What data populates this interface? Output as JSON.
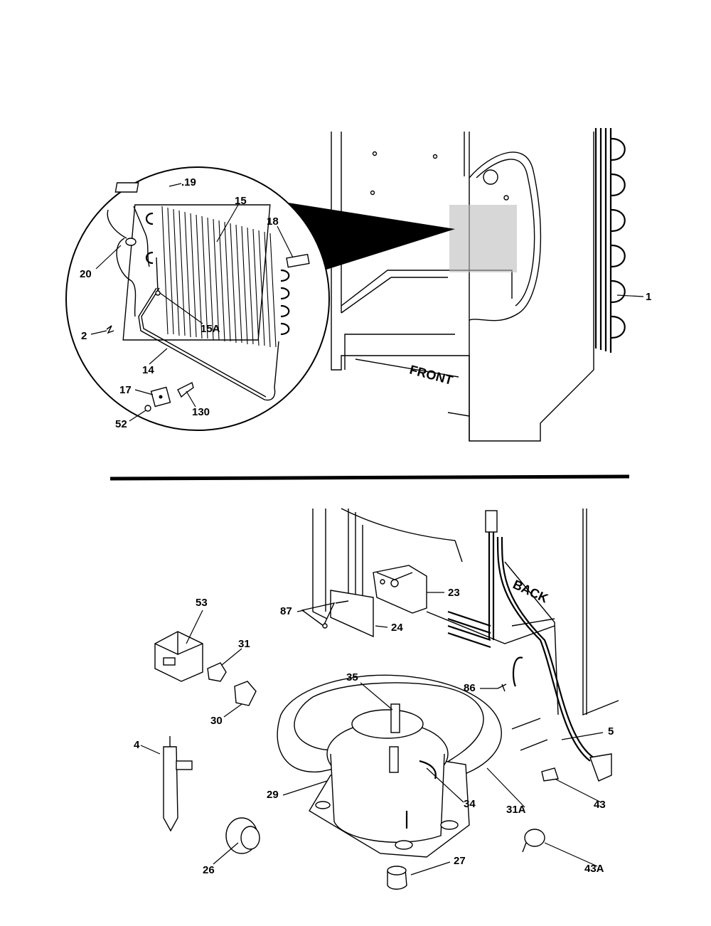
{
  "labels": {
    "p1": "1",
    "p2": "2",
    "p4": "4",
    "p5": "5",
    "p14": "14",
    "p15": "15",
    "p15a": "15A",
    "p17": "17",
    "p18": "18",
    "p19": ".19",
    "p20": "20",
    "p23": "23",
    "p24": "24",
    "p26": "26",
    "p27": "27",
    "p29": "29",
    "p30": "30",
    "p31": "31",
    "p31a": "31A",
    "p34": "34",
    "p35": "35",
    "p43": "43",
    "p43a": "43A",
    "p52": "52",
    "p53": "53",
    "p86": "86",
    "p87": "87",
    "p130": "130"
  },
  "text": {
    "front": "FRONT",
    "back": "BACK"
  }
}
